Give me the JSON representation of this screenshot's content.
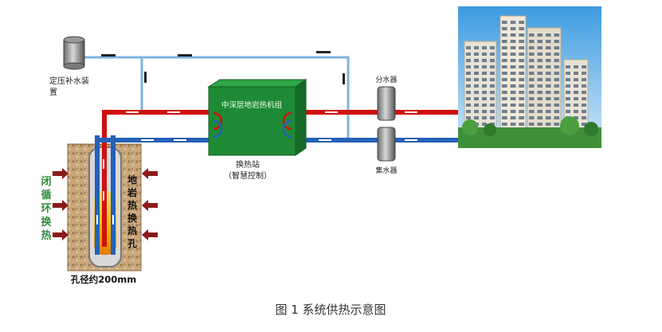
{
  "labels": {
    "pressure_device": [
      "定压补水装",
      "置"
    ],
    "unit": "中深层地岩热机组",
    "station": "换热站",
    "station_sub": "（智慧控制）",
    "distributor": "分水器",
    "collector": "集水器",
    "loop_chars": [
      "闭",
      "循",
      "环",
      "换",
      "热"
    ],
    "hole_chars": [
      "地",
      "岩",
      "热",
      "换",
      "热",
      "孔"
    ],
    "diameter": "孔径约200mm"
  },
  "caption": "图 1 系统供热示意图",
  "colors": {
    "hot_pipe": "#d01010",
    "cold_pipe": "#2461b8",
    "makeup_pipe": "#7db3df",
    "unit_box": "#1f8a35",
    "loop_text": "#2e8b3a",
    "arrow": "#8b1a1a",
    "soil": "#c9a77c",
    "building_sky": "#4aa3e0"
  }
}
